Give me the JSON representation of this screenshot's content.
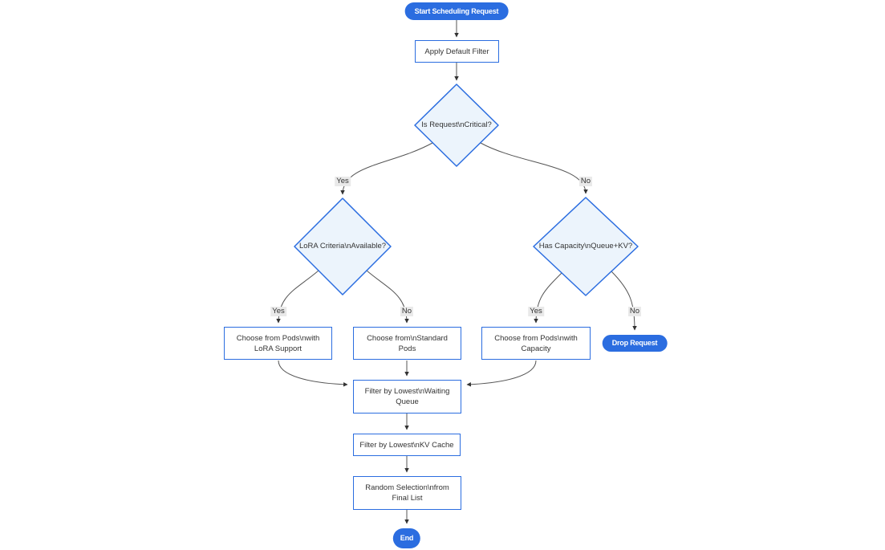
{
  "diagram": {
    "type": "flowchart",
    "direction": "top-down",
    "nodes": {
      "start": {
        "label": "Start Scheduling Request",
        "shape": "pill"
      },
      "apply_default_filter": {
        "label": "Apply Default Filter",
        "shape": "rect"
      },
      "is_critical": {
        "label": "Is Request\\nCritical?",
        "shape": "diamond"
      },
      "lora_criteria": {
        "label": "LoRA Criteria\\nAvailable?",
        "shape": "diamond"
      },
      "has_capacity": {
        "label": "Has Capacity\\nQueue+KV?",
        "shape": "diamond"
      },
      "choose_lora": {
        "label": "Choose from Pods\\nwith LoRA Support",
        "shape": "rect"
      },
      "choose_standard": {
        "label": "Choose from\\nStandard Pods",
        "shape": "rect"
      },
      "choose_capacity": {
        "label": "Choose from Pods\\nwith Capacity",
        "shape": "rect"
      },
      "drop_request": {
        "label": "Drop Request",
        "shape": "pill"
      },
      "filter_waiting": {
        "label": "Filter by Lowest\\nWaiting Queue",
        "shape": "rect"
      },
      "filter_kv": {
        "label": "Filter by Lowest\\nKV Cache",
        "shape": "rect"
      },
      "random_selection": {
        "label": "Random Selection\\nfrom Final List",
        "shape": "rect"
      },
      "end": {
        "label": "End",
        "shape": "pill"
      }
    },
    "edges": [
      {
        "from": "start",
        "to": "apply_default_filter",
        "label": ""
      },
      {
        "from": "apply_default_filter",
        "to": "is_critical",
        "label": ""
      },
      {
        "from": "is_critical",
        "to": "lora_criteria",
        "label": "Yes"
      },
      {
        "from": "is_critical",
        "to": "has_capacity",
        "label": "No"
      },
      {
        "from": "lora_criteria",
        "to": "choose_lora",
        "label": "Yes"
      },
      {
        "from": "lora_criteria",
        "to": "choose_standard",
        "label": "No"
      },
      {
        "from": "has_capacity",
        "to": "choose_capacity",
        "label": "Yes"
      },
      {
        "from": "has_capacity",
        "to": "drop_request",
        "label": "No"
      },
      {
        "from": "choose_lora",
        "to": "filter_waiting",
        "label": ""
      },
      {
        "from": "choose_standard",
        "to": "filter_waiting",
        "label": ""
      },
      {
        "from": "choose_capacity",
        "to": "filter_waiting",
        "label": ""
      },
      {
        "from": "filter_waiting",
        "to": "filter_kv",
        "label": ""
      },
      {
        "from": "filter_kv",
        "to": "random_selection",
        "label": ""
      },
      {
        "from": "random_selection",
        "to": "end",
        "label": ""
      }
    ],
    "colors": {
      "primary_blue": "#2b6de0",
      "diamond_fill": "#ecf4fc",
      "rect_fill": "#ffffff",
      "pill_text": "#ffffff",
      "edge_line": "#555555",
      "arrowhead": "#333333",
      "edge_label_bg": "#e9e9e9",
      "text": "#333333",
      "background": "#ffffff"
    }
  }
}
